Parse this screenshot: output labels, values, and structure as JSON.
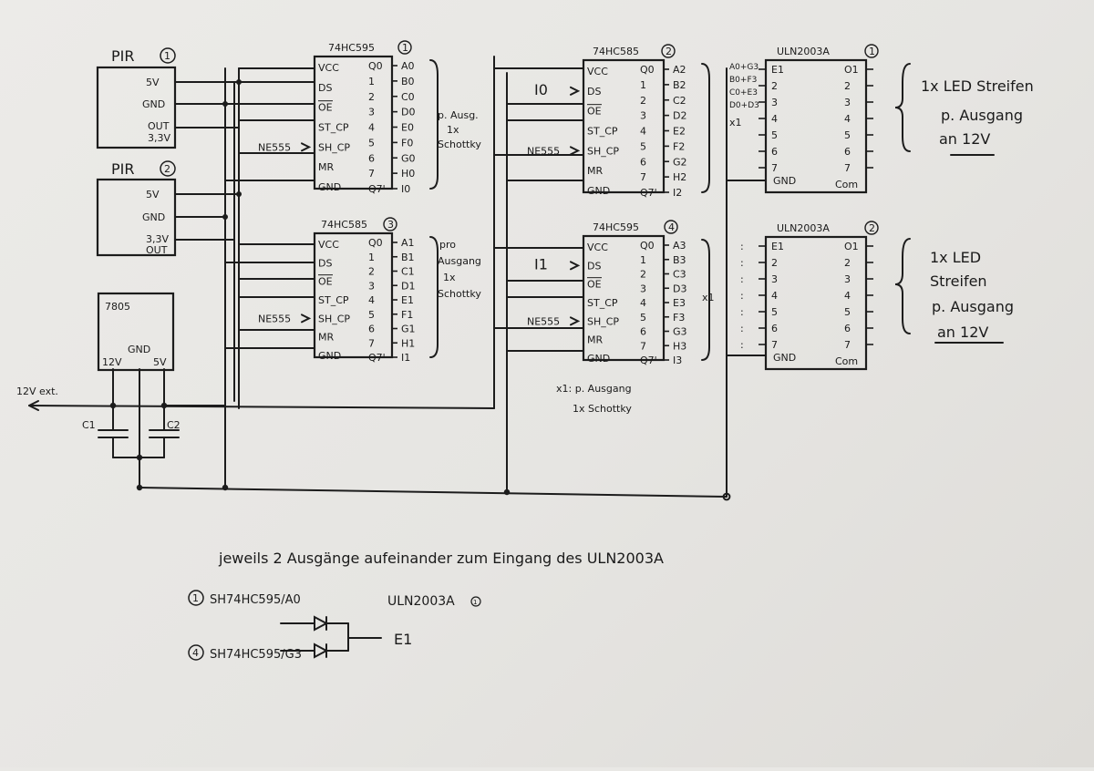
{
  "pir1": {
    "title": "PIR",
    "num": "1",
    "pins": [
      "5V",
      "GND",
      "OUT",
      "3,3V"
    ]
  },
  "pir2": {
    "title": "PIR",
    "num": "2",
    "pins": [
      "5V",
      "GND",
      "3,3V",
      "OUT"
    ]
  },
  "reg": {
    "title": "7805",
    "gnd": "GND",
    "vin": "12V",
    "vout": "5V",
    "c1": "C1",
    "c2": "C2"
  },
  "ext": {
    "label": "12V ext."
  },
  "chip1": {
    "title": "74HC595",
    "num": "1",
    "lpins": [
      "VCC",
      "DS",
      "OE",
      "ST_CP",
      "SH_CP",
      "MR",
      "GND"
    ],
    "rpins": [
      "Q0",
      "1",
      "2",
      "3",
      "4",
      "5",
      "6",
      "7",
      "Q7'"
    ],
    "outs": [
      "A0",
      "B0",
      "C0",
      "D0",
      "E0",
      "F0",
      "G0",
      "H0",
      "I0"
    ],
    "note": [
      "p. Ausg.",
      "1x",
      "Schottky"
    ],
    "ne": "NE555"
  },
  "chip2": {
    "title": "74HC585",
    "num": "2",
    "lpins": [
      "VCC",
      "DS",
      "OE",
      "ST_CP",
      "SH_CP",
      "MR",
      "GND"
    ],
    "rpins": [
      "Q0",
      "1",
      "2",
      "3",
      "4",
      "5",
      "6",
      "7",
      "Q7'"
    ],
    "outs": [
      "A2",
      "B2",
      "C2",
      "D2",
      "E2",
      "F2",
      "G2",
      "H2",
      "I2"
    ],
    "in": "I0",
    "ne": "NE555",
    "pairs": [
      "A0+G3",
      "B0+F3",
      "C0+E3",
      "D0+D3"
    ],
    "x1": "x1"
  },
  "chip3": {
    "title": "74HC585",
    "num": "3",
    "lpins": [
      "VCC",
      "DS",
      "OE",
      "ST_CP",
      "SH_CP",
      "MR",
      "GND"
    ],
    "rpins": [
      "Q0",
      "1",
      "2",
      "3",
      "4",
      "5",
      "6",
      "7",
      "Q7'"
    ],
    "outs": [
      "A1",
      "B1",
      "C1",
      "D1",
      "E1",
      "F1",
      "G1",
      "H1",
      "I1"
    ],
    "note": [
      "pro",
      "Ausgang",
      "1x",
      "Schottky"
    ],
    "ne": "NE555"
  },
  "chip4": {
    "title": "74HC595",
    "num": "4",
    "lpins": [
      "VCC",
      "DS",
      "OE",
      "ST_CP",
      "SH_CP",
      "MR",
      "GND"
    ],
    "rpins": [
      "Q0",
      "1",
      "2",
      "3",
      "4",
      "5",
      "6",
      "7",
      "Q7'"
    ],
    "outs": [
      "A3",
      "B3",
      "C3",
      "D3",
      "E3",
      "F3",
      "G3",
      "H3",
      "I3"
    ],
    "in": "I1",
    "ne": "NE555",
    "x1": "x1",
    "note": [
      "x1: p. Ausgang",
      "1x Schottky"
    ]
  },
  "uln1": {
    "title": "ULN2003A",
    "num": "1",
    "lpins": [
      "E1",
      "2",
      "3",
      "4",
      "5",
      "6",
      "7"
    ],
    "rpins": [
      "O1",
      "2",
      "3",
      "4",
      "5",
      "6",
      "7"
    ],
    "gnd": "GND",
    "com": "Com",
    "note": [
      "1x LED Streifen",
      "p. Ausgang",
      "an 12V"
    ]
  },
  "uln2": {
    "title": "ULN2003A",
    "num": "2",
    "lpins": [
      "E1",
      "2",
      "3",
      "4",
      "5",
      "6",
      "7"
    ],
    "rpins": [
      "O1",
      "2",
      "3",
      "4",
      "5",
      "6",
      "7"
    ],
    "gnd": "GND",
    "com": "Com",
    "note": [
      "1x LED",
      "Streifen",
      "p. Ausgang",
      "an 12V"
    ]
  },
  "footer": {
    "caption": "jeweils 2 Ausgänge aufeinander zum Eingang des ULN2003A",
    "row1": "SH74HC595/A0",
    "row1_num": "1",
    "row2": "SH74HC595/G3",
    "row2_num": "4",
    "uln": "ULN2003A",
    "uln_num": "1",
    "out": "E1"
  }
}
